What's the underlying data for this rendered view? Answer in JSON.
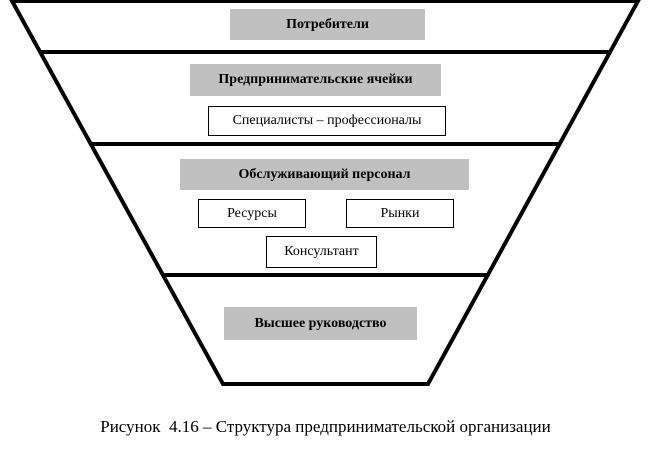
{
  "diagram": {
    "levels": [
      {
        "title": "Потребители",
        "items": []
      },
      {
        "title": "Предпринимательские ячейки",
        "items": [
          "Специалисты – профессионалы"
        ]
      },
      {
        "title": "Обслуживающий персонал",
        "items": [
          "Ресурсы",
          "Рынки",
          "Консультант"
        ]
      },
      {
        "title": "Высшее руководство",
        "items": []
      }
    ],
    "caption": "Рисунок  4.16 – Структура предпринимательской организации"
  },
  "colors": {
    "header_fill": "#c0c0c0",
    "line": "#000000"
  }
}
